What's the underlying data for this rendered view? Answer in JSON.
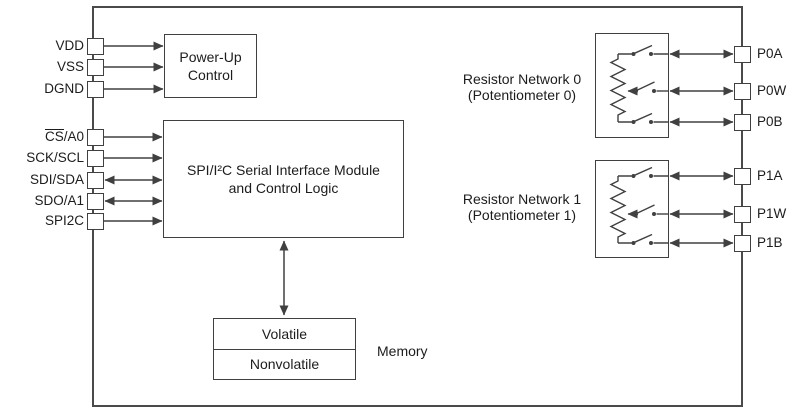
{
  "diagram": {
    "left_pins": [
      {
        "label": "VDD"
      },
      {
        "label": "VSS"
      },
      {
        "label": "DGND"
      },
      {
        "over": "CS",
        "rest": "/A0"
      },
      {
        "label": "SCK/SCL"
      },
      {
        "label": "SDI/SDA"
      },
      {
        "label": "SDO/A1"
      },
      {
        "label": "SPI2C"
      }
    ],
    "right_pins": [
      {
        "label": "P0A"
      },
      {
        "label": "P0W"
      },
      {
        "label": "P0B"
      },
      {
        "label": "P1A"
      },
      {
        "label": "P1W"
      },
      {
        "label": "P1B"
      }
    ],
    "blocks": {
      "power_up": {
        "line1": "Power-Up",
        "line2": "Control"
      },
      "serial_interface": {
        "line1": "SPI/I²C Serial Interface Module",
        "line2": "and Control Logic"
      },
      "memory": {
        "cell_top": "Volatile",
        "cell_bottom": "Nonvolatile",
        "label": "Memory"
      },
      "network0": {
        "line1": "Resistor Network 0",
        "line2": "(Potentiometer 0)"
      },
      "network1": {
        "line1": "Resistor Network 1",
        "line2": "(Potentiometer 1)"
      }
    },
    "colors": {
      "line": "#404040",
      "text": "#1c1c1c",
      "background": "#ffffff"
    }
  }
}
